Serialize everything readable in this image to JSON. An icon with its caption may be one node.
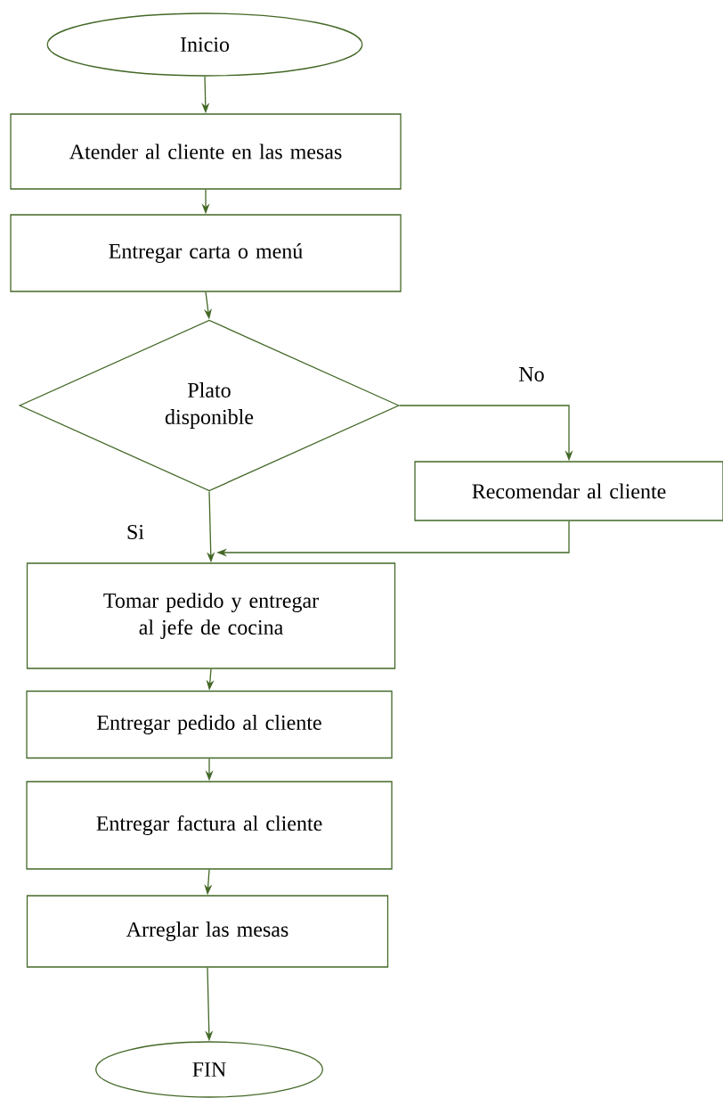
{
  "diagram": {
    "nodes": [
      {
        "text": [
          "Inicio"
        ]
      },
      {
        "text": [
          "Atender al cliente en las mesas"
        ]
      },
      {
        "text": [
          "Entregar carta o menú"
        ]
      },
      {
        "text": [
          "Plato disponible"
        ]
      },
      {
        "text": [
          "Recomendar al cliente"
        ]
      },
      {
        "text": [
          "Tomar pedido y entregar al jefe de cocina"
        ]
      },
      {
        "text": [
          "Entregar pedido al cliente"
        ]
      },
      {
        "text": [
          "Entregar factura al cliente"
        ]
      },
      {
        "text": [
          "Arreglar las mesas"
        ]
      },
      {
        "text": [
          "FIN"
        ]
      }
    ],
    "edges": [
      {
        "from": 0,
        "to": 1,
        "arrow": "to"
      },
      {
        "from": 1,
        "to": 2,
        "arrow": "to"
      },
      {
        "from": 2,
        "to": 3,
        "arrow": "to"
      },
      {
        "from": 3,
        "to": 4,
        "arrow": "to",
        "label": "No"
      },
      {
        "from": 3,
        "to": 5,
        "arrow": "to",
        "label": "Si"
      },
      {
        "from": 4,
        "to": 5,
        "arrow": "to"
      },
      {
        "from": 5,
        "to": 6,
        "arrow": "to"
      },
      {
        "from": 6,
        "to": 7,
        "arrow": "to"
      },
      {
        "from": 7,
        "to": 8,
        "arrow": "to"
      },
      {
        "from": 8,
        "to": 9,
        "arrow": "to"
      }
    ]
  }
}
